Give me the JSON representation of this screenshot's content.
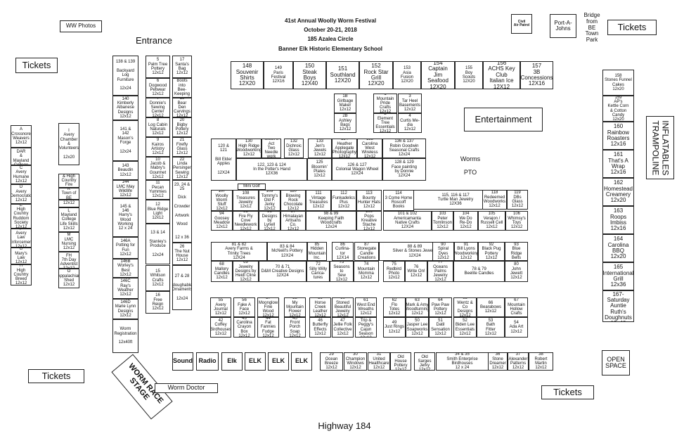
{
  "header": {
    "line1": "41st Annual Woolly Worm Festival",
    "line2": "October 20-21, 2018",
    "line3": "185 Azalea Circle",
    "line4": "Banner Elk Historic Elementary School"
  },
  "labels": {
    "ww_photos": "WW Photos",
    "entrance": "Entrance",
    "tickets": "Tickets",
    "civil_air_patrol": "Civil\nAir Patrol",
    "port_a_johns": "Port-A-\nJohns",
    "bridge": "Bridge\nfrom\nBE\nTown\nPark",
    "entertainment": "Entertainment",
    "worms_pto": "Worms\n\nPTO",
    "mini_golf": "Mini Golf",
    "inflatables": "INFLATABLES\nTRAMPOLINE",
    "worm_race_stage": "WORM RACE\nSTAGE",
    "worm_doctor": "Worm Doctor",
    "open_space": "OPEN\nSPACE",
    "highway": "Highway 184"
  },
  "booths": [
    {
      "t": "I\nAvery\nChamber\n&\nVolunteers\n\n12x20"
    },
    {
      "t": "A\nCrossnore\nWeavers\n12x12"
    },
    {
      "t": "B\nBoone DAR\n& Mayland\nCollege\n12x12"
    },
    {
      "t": "C\nAvery\nHumane\n12x12"
    },
    {
      "t": "D\nAvery\nDemocratic\n12x12"
    },
    {
      "t": "E\nHigh Country\nRuddom\nSociety\n12x12"
    },
    {
      "t": "F\nAvery\nLaw\nEnforcement\n12x12"
    },
    {
      "t": "G\nMary's\nLaw\n12x12"
    },
    {
      "t": "H\nHigh\nCountry\nBreed\n12x12"
    },
    {
      "t": "Beech Mt TDA\n& High Country\nFire Found\n12x12"
    },
    {
      "t": "K\nTown of BE"
    },
    {
      "t": "12x12"
    },
    {
      "t": "L\nMayland\nCollege\nLife Skills\n12x12"
    },
    {
      "t": "M\nLMC\nNursing\n12x12"
    },
    {
      "t": "N\nFH\n7th Day\nAdventist\n12x12"
    },
    {
      "t": "O\nAppalachian\nShed\n12x12"
    },
    {
      "t": "138 & 139\n\nBackyard\nLog\nFurniture\n\n12x24"
    },
    {
      "t": "140\nKimberly\nAlbanese\nDesigns\n12x12"
    },
    {
      "t": "141 &\n142\nMason's\nForge\n\n12x24"
    },
    {
      "t": "143\nBeaudin\n12x12"
    },
    {
      "t": "144\nLMC May\nWildlife\n12x12"
    },
    {
      "t": "145 &\n146\nHarry's\nWood\nWorking\n12 x 24"
    },
    {
      "t": "146A\nPotting for\nFun\n12x12"
    },
    {
      "t": "146B\nWorley's\nBest\n12x12"
    },
    {
      "t": "146C\nRay's\nWeather\n12x12"
    },
    {
      "t": "146D\nMarie Lynn\nDesigns\n12x12"
    },
    {
      "t": "Worm\nRegistration\n\n12x40ft"
    },
    {
      "t": "5\nPalm Tree\nPottery\n12x12"
    },
    {
      "t": "17\nSanta's\nBag\n12x12"
    },
    {
      "t": "6\nDogwood\nPetwear\n12x12"
    },
    {
      "t": "18\nBoots into\nBee-Keeping\n12x12"
    },
    {
      "t": "7\nDonnie's\nSewing\nCenter\n12x12"
    },
    {
      "t": "19\nBear Den\nCarvings\n12x12"
    },
    {
      "t": "8\nLog Cabin\nNaturals\n12x12"
    },
    {
      "t": "20\nBigby\nPottery\n12x12"
    },
    {
      "t": "9\nKairos\nArtistry\n12x12"
    },
    {
      "t": "21\nFirefly\nGlass\n12x12"
    },
    {
      "t": "10\nJacob &\nMabry's\nGourmet\n12x12"
    },
    {
      "t": "22\nLinda\nPersinger\nSewing\n12x12"
    },
    {
      "t": "11\nPecan\nYummies\n12x12"
    },
    {
      "t": "23, 24 & 25\n\nDick\n\nCrowder\n\nArtwork\n\nWood\n\n\n12 x 36"
    },
    {
      "t": "12\nBlue Ridge\nLight\n12x12"
    },
    {
      "t": "13 & 14\n\nStanley's\nProduce\n\n12x24"
    },
    {
      "t": "26\nThe Nut\nHouse\n12x12"
    },
    {
      "t": "15\nWhitson\nCrafts\n12x12"
    },
    {
      "t": "27 & 28\n\nAdoughables\nOrnaments\n\n12x24"
    },
    {
      "t": "16\nFree\nReign\n12x12"
    },
    {
      "t": "148\nSouvenir\nShirts\n12X20"
    },
    {
      "t": "149\nParis\nFestival\n12X16"
    },
    {
      "t": "150\nSteak\nBoys\n12X40"
    },
    {
      "t": "151\nSouthland\n12X20"
    },
    {
      "t": "152\nRock Star\nGrill\n12X20"
    },
    {
      "t": "153\nAsia\nFusion\n12X20"
    },
    {
      "t": "154\nCaptain\nJim Seafood\n12X20"
    },
    {
      "t": "155\nBoy\nScouts\n12X20"
    },
    {
      "t": "156\nACHS Key\nClub\nItalian Ice\n12X12"
    },
    {
      "t": "157\n3B\nConcessions\n12X16"
    },
    {
      "t": "1B\nGirlbage\nMaker\n12x12"
    },
    {
      "t": "1\nMountain\nPride Crafts\n12x12"
    },
    {
      "t": "3\nTar Heel\nBasements\n12x12"
    },
    {
      "t": "2B\nAshley\nBags\n12x12"
    },
    {
      "t": "2\nElement Tree\nEssentials\n12x12"
    },
    {
      "t": "4\nCurtis Me-\ndia\n12x12"
    },
    {
      "t": "158\nStones Funnel\nCakes\n12x20"
    },
    {
      "t": "159\nAP's\nKettle Corn\n& Cotton\nCandy\n12x20"
    },
    {
      "t": "160\nRainbow\nRoasters\n12x16"
    },
    {
      "t": "161\nThat's A\nWrap\n12x16"
    },
    {
      "t": "162\nHomestead\nCreamery\n12x20"
    },
    {
      "t": "163\nRoops\nImbiss\n12x16"
    },
    {
      "t": "164\nCarolina\nBBQ\n12x20"
    },
    {
      "t": "165\nInternational\nGrill\n12x36"
    },
    {
      "t": "166\n167- Saturday\nAuntie\nRuth's\nDoughnuts\n12x40"
    },
    {
      "t": "120 &\n121\n\nBill Elder\nApples\n\n12X24"
    },
    {
      "t": "130\nHigh Ridge\nWoodworking\n12x12"
    },
    {
      "t": "131\nSister's Act\nTwo Needle\nwork\n12x12"
    },
    {
      "t": "132\nDichroic\nGlass\n12x12"
    },
    {
      "t": "133\nJeri's\nJewels\n12x12"
    },
    {
      "t": "134\nHeather\nApplegate\nPhotography\n12x12"
    },
    {
      "t": "135\nCarolina West\nWireless\n12x12"
    },
    {
      "t": "136 & 137\nRobin Goodwin\nSeasonal Crafts\n12x24"
    },
    {
      "t": "122, 123 & 124\nIn the Potter's Hand\n12X36"
    },
    {
      "t": "125\nBloomin'\nPlates\n12x12"
    },
    {
      "t": "126 & 127\nColonial Wagon Wheel\n12X24"
    },
    {
      "t": "128 & 129\nFace painting\nby Donnie\n12X24"
    },
    {
      "t": "107\nWoolly\nWorm Stuff\n12x12"
    },
    {
      "t": "108\nTreasures\nJewelry\n12x12"
    },
    {
      "t": "109\nTommy's\nOld F. Jerky\n12x12"
    },
    {
      "t": "110\nBlowing Rock\nChocolate\n12x12"
    },
    {
      "t": "111\nVintage\nTreasures\n12x12"
    },
    {
      "t": "112\nFunkadelics\nPlus\n12x12"
    },
    {
      "t": "113\nBounty\nHunter Hats\n12x12"
    },
    {
      "t": "114\n3 Come Home\nRoscoff\nBooks"
    },
    {
      "t": "115, 116 & 117\nTurtle Man Jewelry\n12X36"
    },
    {
      "t": "118\nRedeemed\nWoodworks\n12x12"
    },
    {
      "t": "119\nDBs Glass\n12x12"
    },
    {
      "t": "94\nGoosey\nMeadow\n12x12"
    },
    {
      "t": "95\nFire Fly Cove\nNeedlework\n12x12"
    },
    {
      "t": "96\nDesigns by\nLynell\n12x12"
    },
    {
      "t": "97\nHimalayan\nArtisans Co.\n12x12"
    },
    {
      "t": "98 & 99\nKeeping Faith\nWoodcrafts\n12x24"
    },
    {
      "t": "100\nPops Kreative\nStache\n12x12"
    },
    {
      "t": "101 & 102\nAmericamanta\nNative Crafts\n12X24"
    },
    {
      "t": "103\nPeter\nTomlinson\n12x12"
    },
    {
      "t": "104\nWe Do\nRe-Do\n12x12"
    },
    {
      "t": "105\nVerajon /\nRussell Cell\n12x12"
    },
    {
      "t": "106\nWhimsy's\nToys\n12x12"
    },
    {
      "t": "81 & 82\nAvery Farms &\nTrinity Trees\n12X24"
    },
    {
      "t": "83 & 84\nMcNeill's Pottery\n12X24"
    },
    {
      "t": "85\nHidden\nMountain\nInc."
    },
    {
      "t": "86\nCurlina-\ntor\n12X14"
    },
    {
      "t": "87\nStonegate\nCandle\nCreations"
    },
    {
      "t": "88 & 89\nSilver & Stones Jewelry\n12X24"
    },
    {
      "t": "90\nSpiral\nDyes\n12x12"
    },
    {
      "t": "91\nBill Lyons\nWoodworking\n12x12"
    },
    {
      "t": "92\nBlack Pug\nPottery\n12x12"
    },
    {
      "t": "93\nBlue\nRidge\nBelts"
    },
    {
      "t": "68\nMallory\nCandles\n12x12"
    },
    {
      "t": "69\nJewelry\nDesigns by\nHeidi Cline\n12x12"
    },
    {
      "t": "70 & 71\nD&M Creative Designs\n12X24"
    },
    {
      "t": "72\nSilly Willy\nCarica-\ntures"
    },
    {
      "t": "73\nSeasons to\nSew\n12x12"
    },
    {
      "t": "74\nMountain\nMomma\n12x12"
    },
    {
      "t": "75\nRedbird\nPhoto\n12x12"
    },
    {
      "t": "76\nWrite On!\n12x12"
    },
    {
      "t": "77\nOceans Palms\nJewelry\n12x12"
    },
    {
      "t": "78 & 79\nBeelite Candles"
    },
    {
      "t": "80\nJohn\nJewett\n12x12"
    },
    {
      "t": "55\nAvery\nJournal\n12x12"
    },
    {
      "t": "56\nFake A\nFace\n12x12"
    },
    {
      "t": "57\nMoonglow\nFine Wood\n12x12"
    },
    {
      "t": "58\nMy Mountain\nFlower\n12x12"
    },
    {
      "t": "59\nHorse Creek\nLeather\n12x12"
    },
    {
      "t": "60\nStoned\nBeautiful\nJewelry\n12x12"
    },
    {
      "t": "61\nWest End\nWreaths\n12x12"
    },
    {
      "t": "62\nFlo\nTotes\n12x12"
    },
    {
      "t": "63\nMark & Amy\nWoodturning\n12x12"
    },
    {
      "t": "64\nPaw Paw\nPottery\n12x12"
    },
    {
      "t": "65\nWentz & Co\nDesigns\n12x12"
    },
    {
      "t": "66\nBearabows\n12x12"
    },
    {
      "t": "67\nMountain\nHollow\nCrafts"
    },
    {
      "t": "42\nCoffey\nBirdhouses\n12x12"
    },
    {
      "t": "43\nCarolina\nCrayon Box\n12x12"
    },
    {
      "t": "44\nFat Fannies\nFudge\n12x12"
    },
    {
      "t": "45\nFront Porch\nSoap\n12x12"
    },
    {
      "t": "46\nButterfly\nEffects\n12x12"
    },
    {
      "t": "47\nJellie Folk\nCollective\n12x12"
    },
    {
      "t": "48\nTrip & Peggy's\nCajun Season\n12x12"
    },
    {
      "t": "49\nJust Rings\n12x12"
    },
    {
      "t": "50\nJasper Lee\nSoapworks\n12x12"
    },
    {
      "t": "51\nDatil\nSensation\n12x12"
    },
    {
      "t": "52\nBiden Lee\nEssentials\n12x12"
    },
    {
      "t": "53\nBath\nFitter\n12x12"
    },
    {
      "t": "54\nAda Art\n12x12"
    },
    {
      "t": "Sound"
    },
    {
      "t": "Radio"
    },
    {
      "t": "Elk"
    },
    {
      "t": "ELK"
    },
    {
      "t": "ELK"
    },
    {
      "t": "ELK"
    },
    {
      "t": "29\nOcean\nBreeze\n12x12"
    },
    {
      "t": "30\nChampion\nWindows\n12x12"
    },
    {
      "t": "31\nUnited\nHealthcare\n12x12"
    },
    {
      "t": "32\nOld House\nPottery\n12x12"
    },
    {
      "t": "33\nOld Sarges\nJerky\n12x12"
    },
    {
      "t": "34 & 35\nSmith Enterprise\nBirdhouses\n12 x 24"
    },
    {
      "t": "36\nStone\nDreamer\n12x12"
    },
    {
      "t": "37\nAlexander\nPatterns\n12x12"
    },
    {
      "t": "38\nRobert\nMartin\n12x12"
    }
  ]
}
